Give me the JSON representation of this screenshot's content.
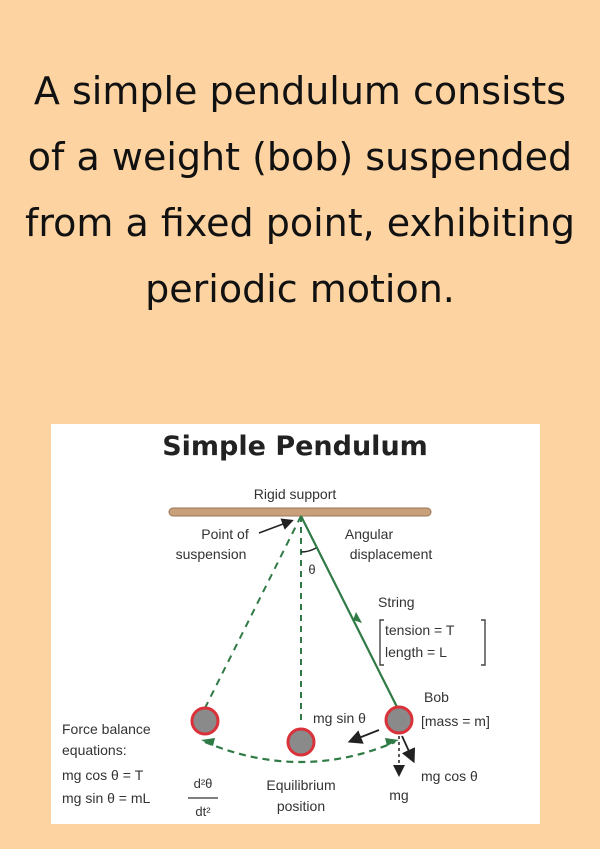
{
  "headline": "A simple pendulum consists of a weight (bob) suspended from a fixed point, exhibiting periodic motion.",
  "diagram": {
    "title": "Simple Pendulum",
    "rigid_support": "Rigid support",
    "point_of_suspension": [
      "Point of",
      "suspension"
    ],
    "angular_displacement": [
      "Angular",
      "displacement"
    ],
    "theta": "θ",
    "string_label": "String",
    "tension": "tension = T",
    "length": "length = L",
    "bob": "Bob",
    "bob_mass": "[mass = m]",
    "force_balance": [
      "Force balance",
      "equations:"
    ],
    "eq1": "mg cos θ = T",
    "eq2": "mg sin θ = mL",
    "frac_num": "d²θ",
    "frac_den": "dt²",
    "equilibrium": [
      "Equilibrium",
      "position"
    ],
    "mg_sin": "mg sin θ",
    "mg_cos": "mg cos θ",
    "mg": "mg",
    "colors": {
      "background": "#fcd3a1",
      "support": "#c9a07a",
      "string": "#2f7a45",
      "bob_fill": "#8a8a8a",
      "bob_ring": "#d9323a"
    }
  }
}
